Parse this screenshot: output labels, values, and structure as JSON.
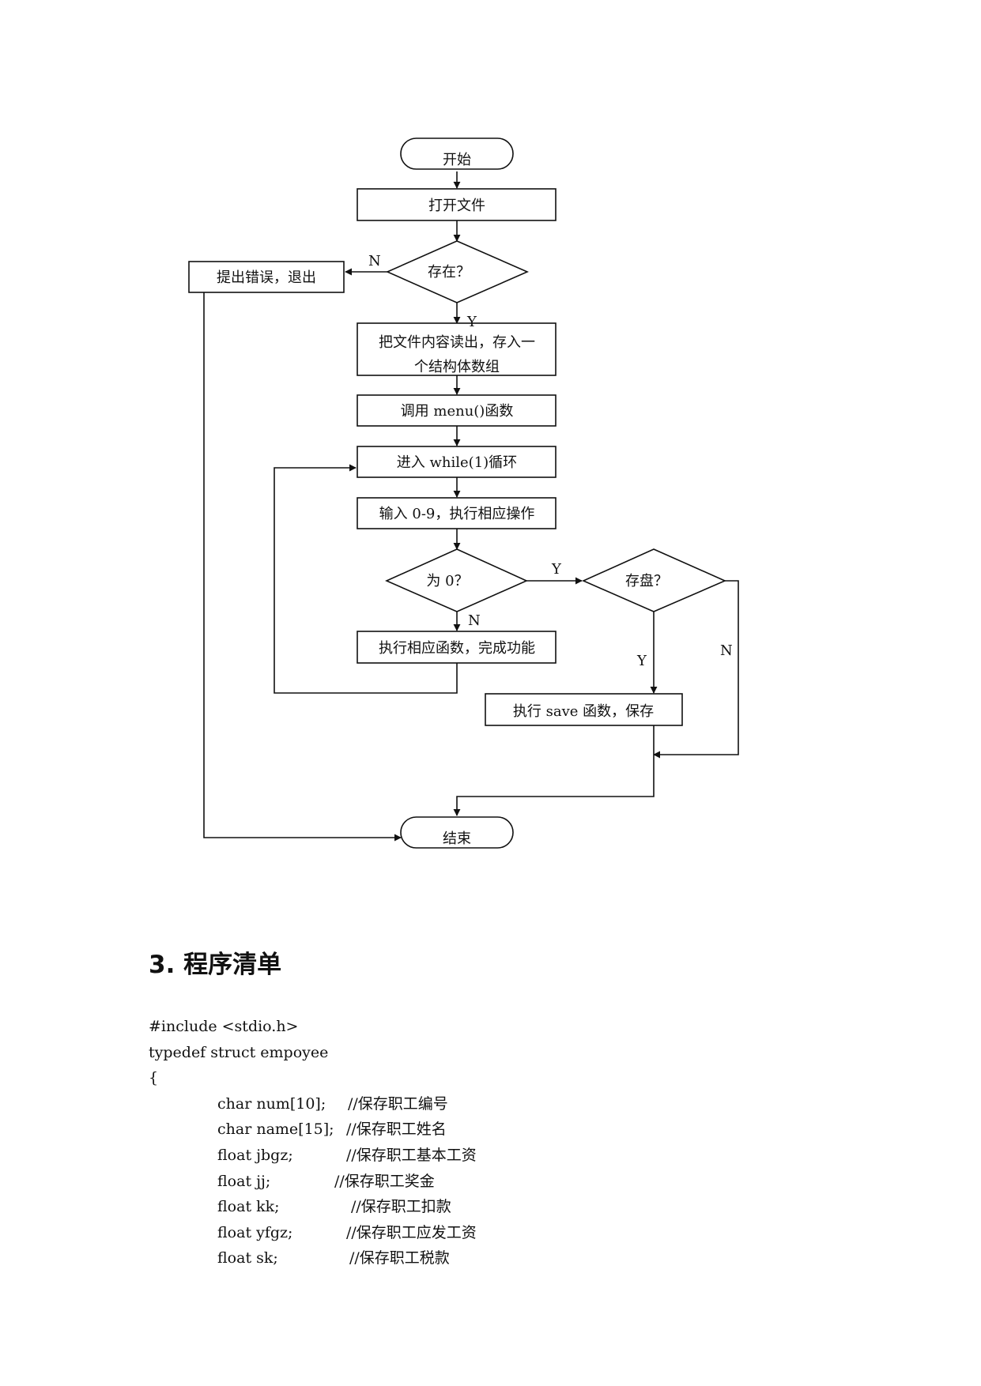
{
  "flowchart": {
    "start": "开始",
    "open_file": "打开文件",
    "exists_decision": "存在？",
    "error_exit": "提出错误，退出",
    "read_content_line1": "把文件内容读出，存入一",
    "read_content_line2": "个结构体数组",
    "call_menu": "调用 menu()函数",
    "while_loop": "进入 while(1)循环",
    "input_choice": "输入 0-9，执行相应操作",
    "is_zero_decision": "为 0？",
    "save_decision": "存盘？",
    "exec_function": "执行相应函数，完成功能",
    "exec_save": "执行 save 函数，保存",
    "end": "结束",
    "label_yes": "Y",
    "label_no": "N"
  },
  "section": {
    "heading": "3. 程序清单"
  },
  "code": {
    "include_line": "#include <stdio.h>",
    "typedef_line": "typedef struct empoyee",
    "open_brace": "{",
    "fields": [
      {
        "decl": "char num[10];",
        "comment": "//保存职工编号"
      },
      {
        "decl": "char name[15];",
        "comment": "//保存职工姓名"
      },
      {
        "decl": "float jbgz;",
        "comment": "//保存职工基本工资"
      },
      {
        "decl": "float jj;",
        "comment": "//保存职工奖金"
      },
      {
        "decl": "float kk;",
        "comment": "//保存职工扣款"
      },
      {
        "decl": "float yfgz;",
        "comment": "//保存职工应发工资"
      },
      {
        "decl": "float sk;",
        "comment": "//保存职工税款"
      }
    ]
  }
}
